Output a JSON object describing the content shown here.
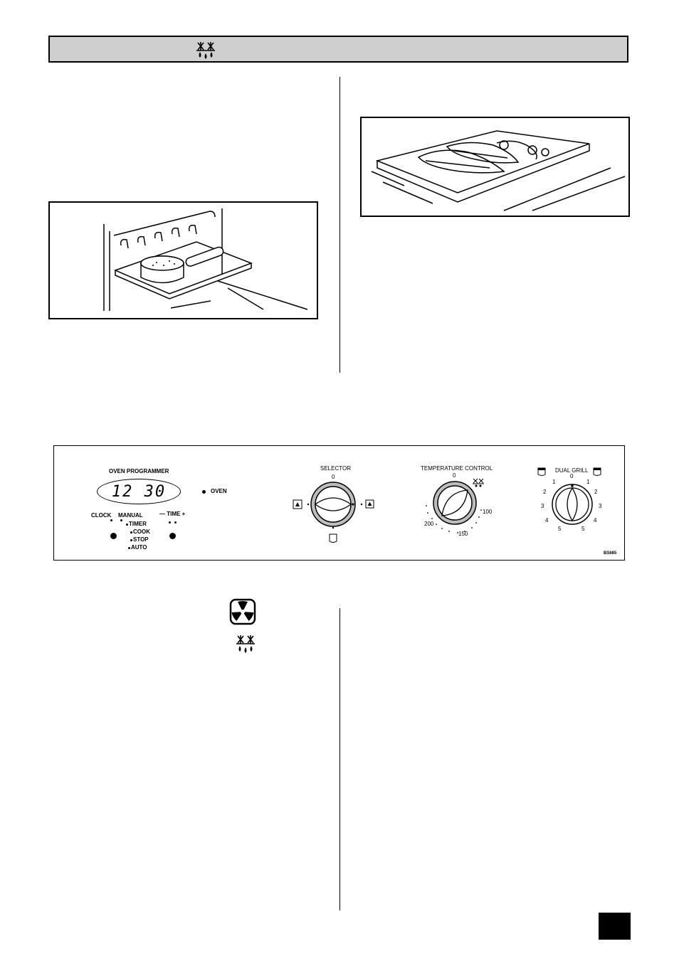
{
  "panel": {
    "programmer": {
      "title": "OVEN PROGRAMMER",
      "display": "12 30",
      "oven_label": "OVEN",
      "clock": "CLOCK",
      "manual": "MANUAL",
      "timer": "TIMER",
      "cook": "COOK",
      "stop": "STOP",
      "auto": "AUTO",
      "time_label": "— TIME +"
    },
    "selector": {
      "title": "SELECTOR",
      "zero": "0"
    },
    "temperature": {
      "title": "TEMPERATURE CONTROL",
      "zero": "0",
      "t100": "100",
      "t150": "150",
      "t200": "200"
    },
    "grill": {
      "title": "DUAL GRILL",
      "marks": [
        "0",
        "1",
        "1",
        "2",
        "2",
        "3",
        "3",
        "4",
        "4",
        "5",
        "5"
      ]
    },
    "code": "BS685"
  },
  "icons": {
    "header": "defrost-icon",
    "fan": "fan-oven-icon",
    "defrost": "defrost-icon"
  }
}
